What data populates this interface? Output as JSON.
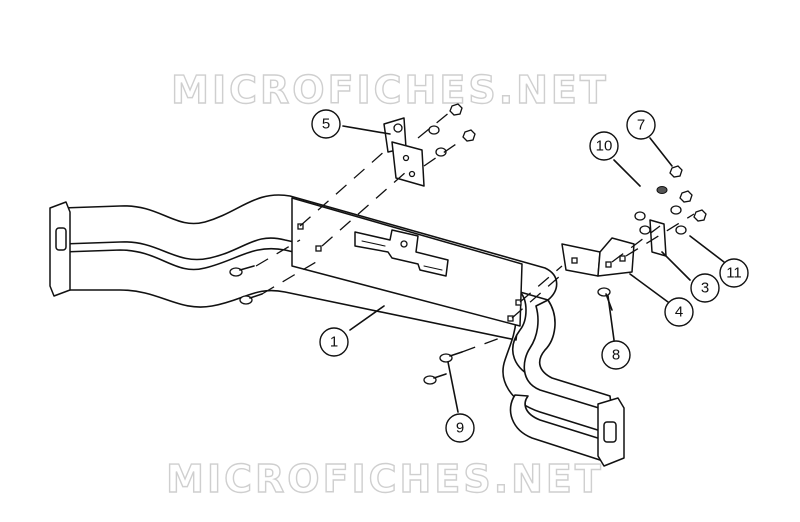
{
  "watermark": {
    "top_text": "MICROFICHES.NET",
    "bottom_text": "MICROFICHES.NET"
  },
  "callouts": [
    {
      "id": "c1",
      "label": "1"
    },
    {
      "id": "c3",
      "label": "3"
    },
    {
      "id": "c4",
      "label": "4"
    },
    {
      "id": "c5",
      "label": "5"
    },
    {
      "id": "c7",
      "label": "7"
    },
    {
      "id": "c8",
      "label": "8"
    },
    {
      "id": "c9",
      "label": "9"
    },
    {
      "id": "c10",
      "label": "10"
    },
    {
      "id": "c11",
      "label": "11"
    }
  ],
  "colors": {
    "line": "#111111",
    "watermark_outline": "#cfcfcf",
    "background": "#ffffff"
  }
}
